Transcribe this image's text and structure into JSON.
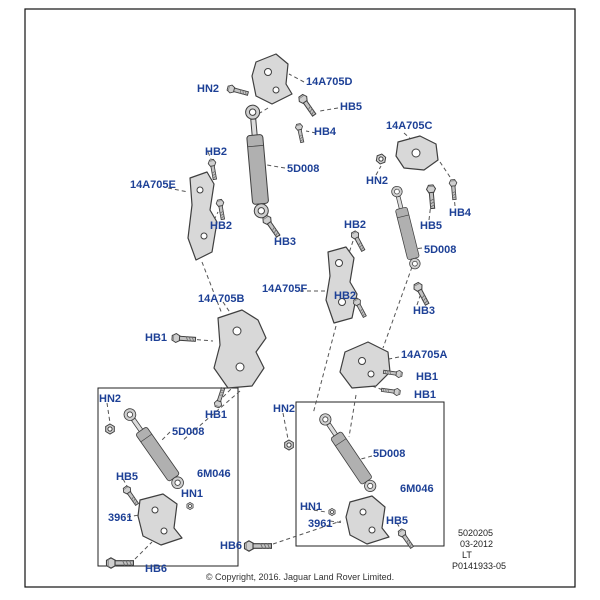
{
  "colors": {
    "callout_blue": "#1d4096"
  },
  "callouts": [
    {
      "text": "HN2"
    },
    {
      "text": "14A705D"
    },
    {
      "text": "HB5"
    },
    {
      "text": "HB4"
    },
    {
      "text": "14A705C"
    },
    {
      "text": "HB2"
    },
    {
      "text": "5D008"
    },
    {
      "text": "HN2"
    },
    {
      "text": "14A705E"
    },
    {
      "text": "HB2"
    },
    {
      "text": "HB4"
    },
    {
      "text": "HB5"
    },
    {
      "text": "HB3"
    },
    {
      "text": "HB2"
    },
    {
      "text": "5D008"
    },
    {
      "text": "14A705F"
    },
    {
      "text": "HB2"
    },
    {
      "text": "14A705B"
    },
    {
      "text": "HB3"
    },
    {
      "text": "HB1"
    },
    {
      "text": "14A705A"
    },
    {
      "text": "HB1"
    },
    {
      "text": "HN2"
    },
    {
      "text": "HB1"
    },
    {
      "text": "HB1"
    },
    {
      "text": "HN2"
    },
    {
      "text": "5D008"
    },
    {
      "text": "HB5"
    },
    {
      "text": "6M046"
    },
    {
      "text": "5D008"
    },
    {
      "text": "HN1"
    },
    {
      "text": "3961"
    },
    {
      "text": "HN1"
    },
    {
      "text": "3961"
    },
    {
      "text": "6M046"
    },
    {
      "text": "HB5"
    },
    {
      "text": "HB6"
    },
    {
      "text": "HB6"
    }
  ],
  "doc_info": [
    "5020205",
    "03-2012",
    "LT",
    "P0141933-05"
  ],
  "copyright": "© Copyright, 2016. Jaguar Land Rover Limited."
}
